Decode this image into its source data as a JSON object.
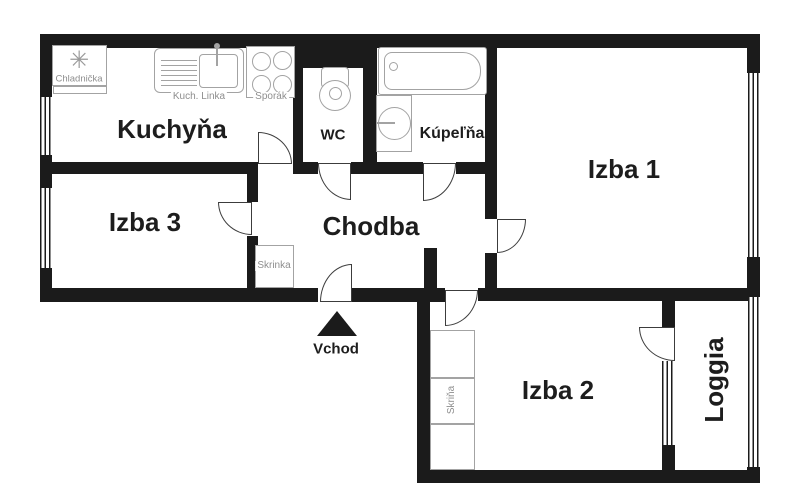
{
  "rooms": {
    "kuchyna": {
      "label": "Kuchyňa"
    },
    "izba1": {
      "label": "Izba 1"
    },
    "izba2": {
      "label": "Izba 2"
    },
    "izba3": {
      "label": "Izba 3"
    },
    "chodba": {
      "label": "Chodba"
    },
    "wc": {
      "label": "WC"
    },
    "kupelna": {
      "label": "Kúpeľňa"
    },
    "loggia": {
      "label": "Loggia"
    }
  },
  "furniture": {
    "chladnicka": {
      "label": "Chladnička"
    },
    "kuch_linka": {
      "label": "Kuch. Linka"
    },
    "sporak": {
      "label": "Sporák"
    },
    "skrinka": {
      "label": "Skrinka"
    },
    "skrina": {
      "label": "Skriňa"
    }
  },
  "entrance": {
    "label": "Vchod"
  },
  "icons": {
    "snowflake_icon": "✳"
  },
  "colors": {
    "wall": "#1b1b1b",
    "room_label": "#1d1d1d",
    "furniture_outline": "#a3a3a3",
    "furniture_label": "#8e8e8e",
    "background": "#ffffff"
  }
}
